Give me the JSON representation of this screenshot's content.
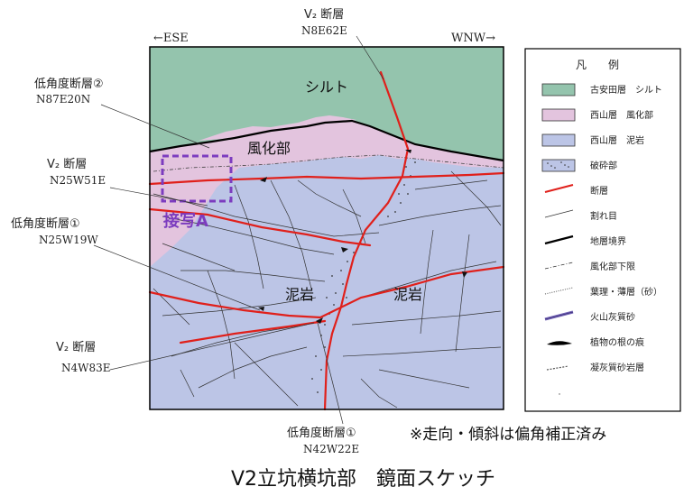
{
  "direction": {
    "left": "←ESE",
    "right": "WNW→"
  },
  "units": {
    "silt": "シルト",
    "weathered": "風化部",
    "mudstone_left": "泥岩",
    "mudstone_right": "泥岩"
  },
  "faults": {
    "v2_top": {
      "name": "V₂ 断層",
      "strike": "N8E62E"
    },
    "low_angle_2": {
      "name": "低角度断層②",
      "strike": "N87E20N"
    },
    "v2_left": {
      "name": "V₂ 断層",
      "strike": "N25W51E"
    },
    "low_angle_1": {
      "name": "低角度断層①",
      "strike": "N25W19W"
    },
    "v2_bottom": {
      "name": "V₂ 断層",
      "strike": "N4W83E"
    },
    "low_angle_1_bottom": {
      "name": "低角度断層①",
      "strike": "N42W22E"
    }
  },
  "closeup_label": "接写A",
  "note": "※走向・傾斜は偏角補正済み",
  "title": "V2立坑横坑部　鏡面スケッチ",
  "legend": {
    "title": "凡　　例",
    "items": [
      {
        "label": "古安田層　シルト",
        "symbol": "swatch",
        "color": "#94c4ad"
      },
      {
        "label": "西山層　風化部",
        "symbol": "swatch",
        "color": "#e3c4de"
      },
      {
        "label": "西山層　泥岩",
        "symbol": "swatch",
        "color": "#bcc5e6"
      },
      {
        "label": "破砕部",
        "symbol": "dotted-swatch",
        "color": "#bcc5e6"
      },
      {
        "label": "断層",
        "symbol": "red-line",
        "color": "#e0201b"
      },
      {
        "label": "割れ目",
        "symbol": "thin-line",
        "color": "#333333"
      },
      {
        "label": "地層境界",
        "symbol": "thick-line",
        "color": "#000000"
      },
      {
        "label": "風化部下限",
        "symbol": "dash-dot-line",
        "color": "#333333"
      },
      {
        "label": "葉理・薄層（砂）",
        "symbol": "dotted-line",
        "color": "#555555"
      },
      {
        "label": "火山灰質砂",
        "symbol": "purple-band",
        "color": "#6f5fb3"
      },
      {
        "label": "植物の根の痕",
        "symbol": "black-blob",
        "color": "#000000"
      },
      {
        "label": "凝灰質砂岩層",
        "symbol": "dash-line",
        "color": "#555555"
      }
    ]
  },
  "colors": {
    "silt": "#94c4ad",
    "weathered": "#e3c4de",
    "mudstone": "#bcc5e6",
    "fault": "#e0201b",
    "closeup": "#7c3cbf"
  }
}
